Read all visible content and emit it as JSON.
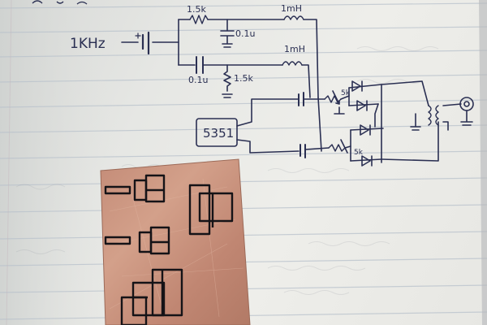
{
  "photo": {
    "subject": "notebook-schematic-and-copper-pcb",
    "colors": {
      "paper": "#e9e9e6",
      "paper_shadow": "#cfd2d0",
      "rule_line": "#b9c2cc",
      "ink": "#2a2f52",
      "copper": "#c98f76",
      "copper_dark": "#a8715e",
      "trace_ink": "#151317"
    }
  },
  "schematic": {
    "labels": {
      "source": "1KHz",
      "r_top": "1.5k",
      "c_top": "0.1u",
      "l_top": "1mH",
      "c_mid": "0.1u",
      "r_mid": "1.5k",
      "l_mid": "1mH",
      "chip": "5351",
      "pot_top": "5k",
      "pot_bottom": "5k"
    }
  }
}
